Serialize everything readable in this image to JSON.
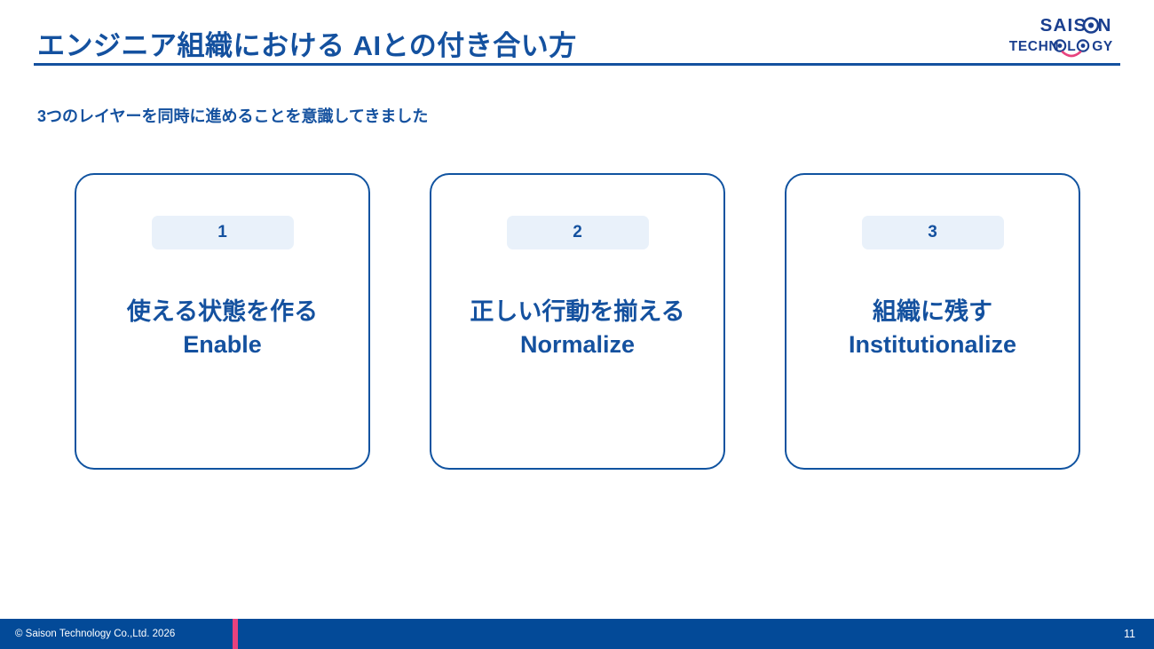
{
  "header": {
    "title": "エンジニア組織における AIとの付き合い方",
    "rule_color": "#14519f"
  },
  "logo": {
    "brand_line1": "SAISON",
    "brand_line2": "TECHNOLOGY",
    "brand_color": "#1a3f8f",
    "smile_color": "#e8427e"
  },
  "subtitle": {
    "text": "3つのレイヤーを同時に進めることを意識してきました"
  },
  "cards": [
    {
      "number": "1",
      "title_jp": "使える状態を作る",
      "title_en": "Enable"
    },
    {
      "number": "2",
      "title_jp": "正しい行動を揃える",
      "title_en": "Normalize"
    },
    {
      "number": "3",
      "title_jp": "組織に残す",
      "title_en": "Institutionalize"
    }
  ],
  "footer": {
    "copyright": "© Saison Technology Co.,Ltd. 2026",
    "page_number": "11",
    "background_color": "#034a98",
    "accent_color": "#e8427e"
  },
  "theme": {
    "primary_blue": "#14519f",
    "card_border": "#1053a0",
    "badge_bg": "#e9f1fa"
  }
}
